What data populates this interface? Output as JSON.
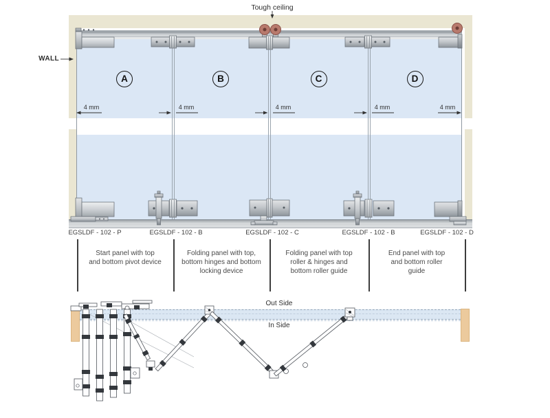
{
  "labels": {
    "tough_ceiling": "Tough ceiling",
    "wall": "WALL",
    "out_side": "Out Side",
    "in_side": "In Side"
  },
  "panels": [
    {
      "letter": "A"
    },
    {
      "letter": "B"
    },
    {
      "letter": "C"
    },
    {
      "letter": "D"
    }
  ],
  "dims": [
    "4 mm",
    "4 mm",
    "4 mm",
    "4 mm",
    "4 mm"
  ],
  "codes": [
    "EGSLDF - 102 - P",
    "EGSLDF - 102 - B",
    "EGSLDF - 102 - C",
    "EGSLDF - 102 - B",
    "EGSLDF - 102 - D"
  ],
  "descriptions": [
    {
      "lines": [
        "Start panel with top",
        "and bottom pivot device"
      ]
    },
    {
      "lines": [
        "Folding panel with top,",
        "bottom hinges and bottom",
        "locking device"
      ]
    },
    {
      "lines": [
        "Folding panel with top",
        "roller & hinges and",
        "bottom roller guide"
      ]
    },
    {
      "lines": [
        "End panel with top",
        "and bottom roller",
        "guide"
      ]
    }
  ],
  "colors": {
    "frame_beige": "#eae6d2",
    "wall_post_tan": "#ecca9d",
    "glass_blue": "#dbe7f5",
    "roller_red": "#b87a6d",
    "metal_gray": "#b0b5ba",
    "plan_track_blue": "#dbe7f3"
  }
}
